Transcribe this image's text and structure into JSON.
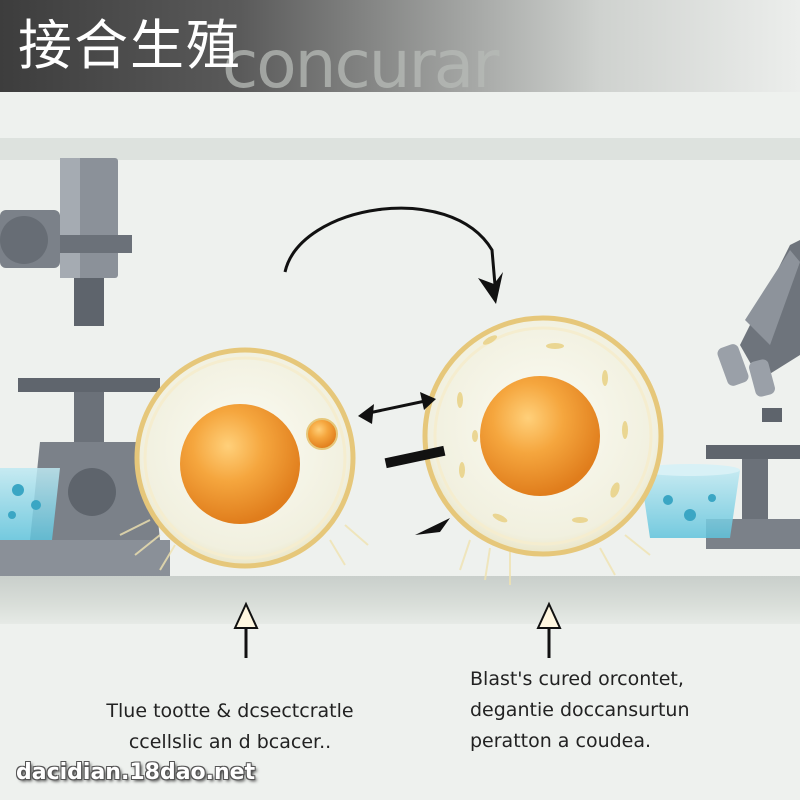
{
  "header": {
    "title": "接合生殖",
    "background_word": "concurar"
  },
  "captions": {
    "left_line1": "Tlue tootte & dcsectcratle",
    "left_line2": "ccellslic an d bcacer..",
    "right_line1": "Blast's cured orcontet,",
    "right_line2": "degantie doccansurtun",
    "right_line3": "peratton a coudea."
  },
  "watermark": {
    "text": "dacidian.18dao.net"
  },
  "icons": [
    "microscope-icon",
    "petri-dish-icon",
    "curved-arrow-icon",
    "double-arrow-icon",
    "up-arrow-icon"
  ],
  "colors": {
    "background": "#eef1ee",
    "nucleus": "#f2a03b",
    "cell_membrane": "#e6c77a",
    "equipment": "#6b7280",
    "liquid": "#6cc9e0"
  }
}
